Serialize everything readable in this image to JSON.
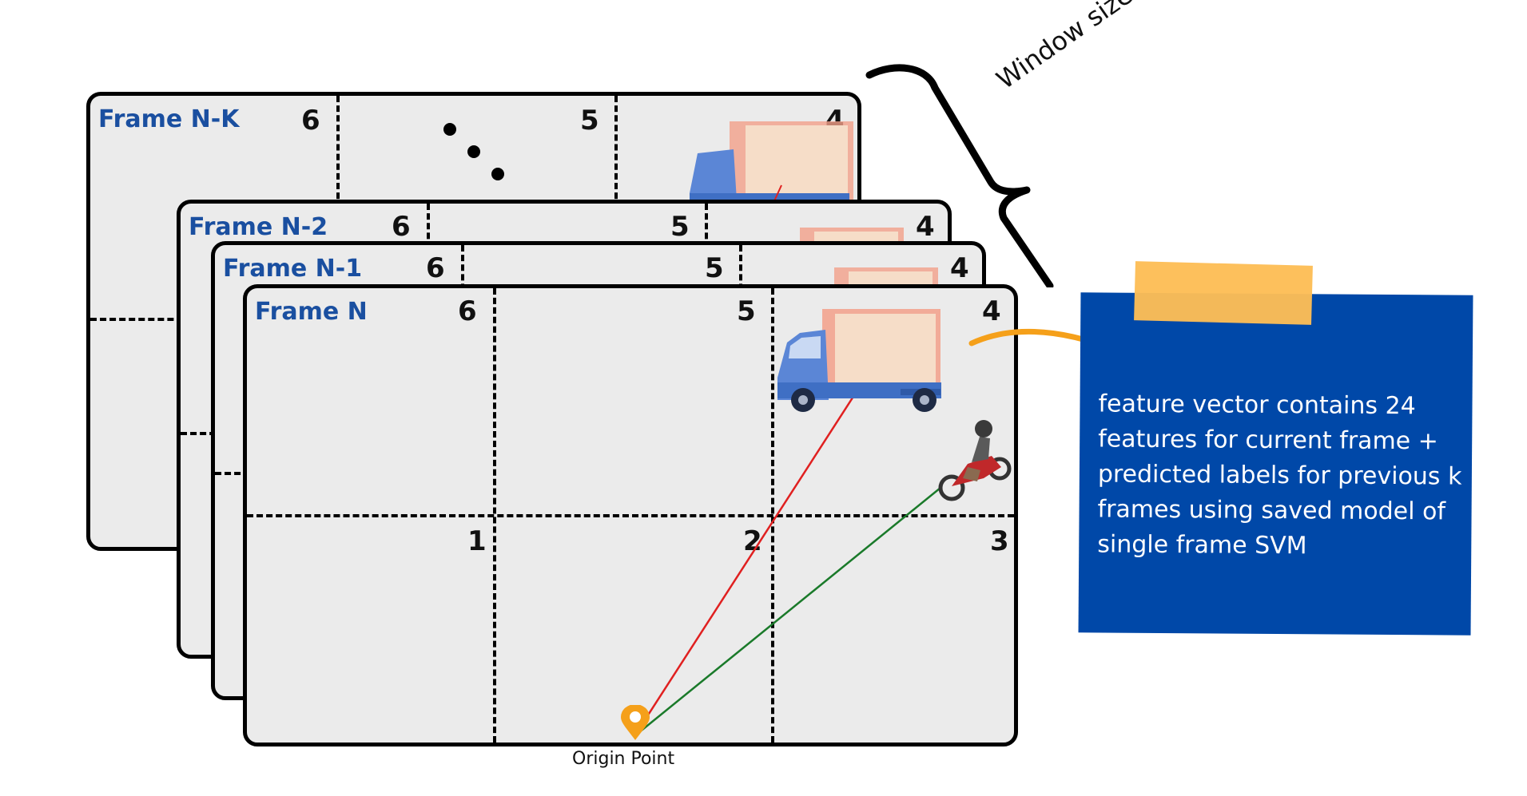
{
  "frames": [
    {
      "title": "Frame N-K",
      "zones": {
        "z6": "6",
        "z5": "5",
        "z4": "4"
      }
    },
    {
      "title": "Frame N-2",
      "zones": {
        "z6": "6",
        "z5": "5",
        "z4": "4"
      }
    },
    {
      "title": "Frame N-1",
      "zones": {
        "z6": "6",
        "z5": "5",
        "z4": "4"
      }
    },
    {
      "title": "Frame N",
      "zones": {
        "z6": "6",
        "z5": "5",
        "z4": "4",
        "z1": "1",
        "z2": "2",
        "z3": "3"
      }
    }
  ],
  "window_label": "Window size = K",
  "note": {
    "text": "feature vector contains 24 features for current frame + predicted labels for previous k frames using saved model of single frame SVM"
  },
  "origin_label": "Origin Point",
  "colors": {
    "frame_title": "#1a4fa0",
    "note_bg": "#0048a8",
    "tape": "#fdbd55",
    "arrow": "#f5a01a",
    "pin": "#f5a01a",
    "truck_line": "#e02020",
    "moto_line": "#1a7a2a"
  },
  "icons": [
    "truck-icon",
    "motorcycle-icon",
    "location-pin-icon",
    "curly-brace-icon",
    "curved-arrow-icon",
    "ellipsis-dots-icon"
  ]
}
